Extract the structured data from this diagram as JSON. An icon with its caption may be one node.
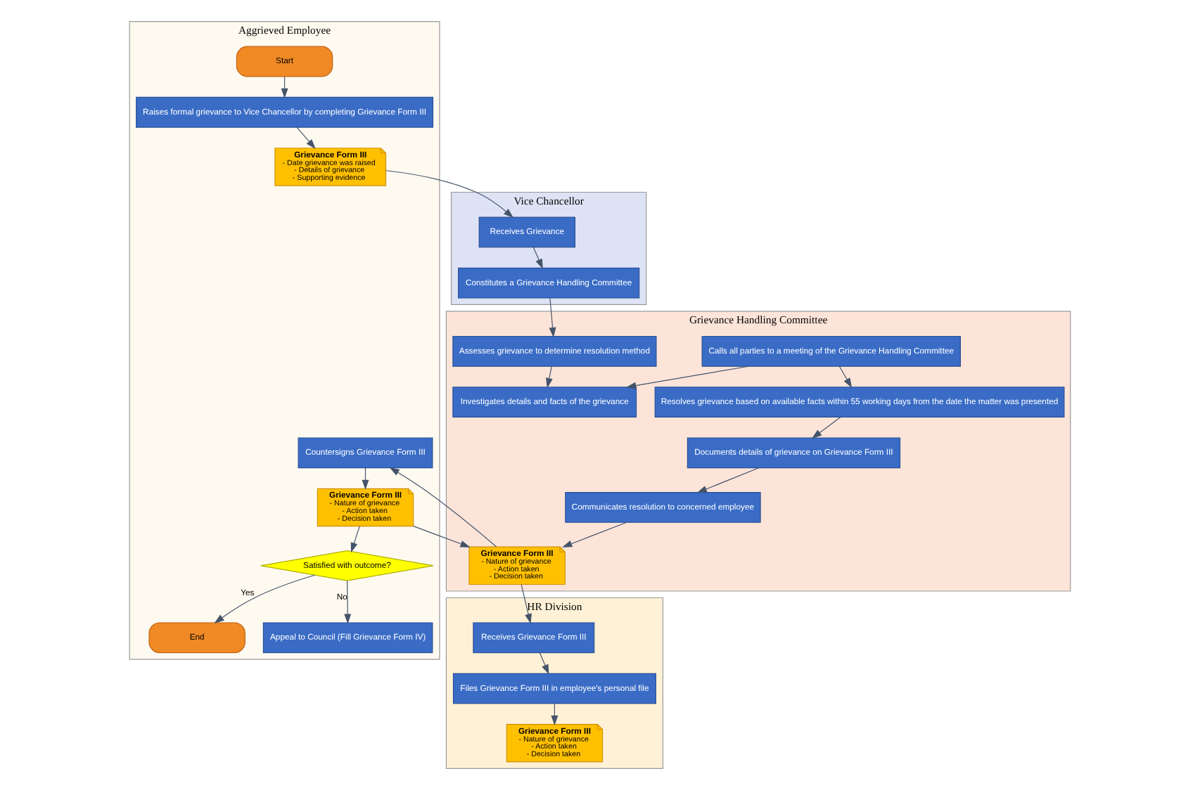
{
  "diagram": {
    "nodes": [
      {
        "text": [
          "Aggrieved Employee"
        ]
      },
      {
        "text": [
          "Vice Chancellor"
        ]
      },
      {
        "text": [
          "Grievance Handling Committee"
        ]
      },
      {
        "text": [
          "HR Division"
        ]
      },
      {
        "text": [
          "Start"
        ],
        "in": 0
      },
      {
        "text": [
          "Raises formal grievance to Vice Chancellor by completing Grievance Form III"
        ],
        "in": 0
      },
      {
        "text": [
          "Grievance Form III",
          "- Date grievance was raised",
          "- Details of grievance",
          "- Supporting evidence"
        ],
        "in": 0
      },
      {
        "text": [
          "Receives Grievance"
        ],
        "in": 1
      },
      {
        "text": [
          "Constitutes a Grievance Handling Committee"
        ],
        "in": 1
      },
      {
        "text": [
          "Investigates details and facts of the grievance"
        ],
        "in": 2
      },
      {
        "text": [
          "Calls all parties to a meeting of the Grievance Handling Committee"
        ],
        "in": 2
      },
      {
        "text": [
          "Assesses grievance to determine resolution method"
        ],
        "in": 2
      },
      {
        "text": [
          "Resolves grievance based on available facts within 55 working days from the date the matter was presented"
        ],
        "in": 2
      },
      {
        "text": [
          "Documents details of grievance on Grievance Form III"
        ],
        "in": 2
      },
      {
        "text": [
          "Communicates resolution to concerned employee"
        ],
        "in": 2
      },
      {
        "text": [
          "Grievance Form III",
          "- Nature of grievance",
          "- Action taken",
          "- Decision taken"
        ],
        "in": 2
      },
      {
        "text": [
          "Countersigns Grievance Form III"
        ],
        "in": 0
      },
      {
        "text": [
          "Grievance Form III",
          "- Nature of grievance",
          "- Action taken",
          "- Decision taken"
        ],
        "in": 0
      },
      {
        "text": [
          "Satisfied with outcome?"
        ],
        "in": 0
      },
      {
        "text": [
          "End"
        ],
        "in": 0
      },
      {
        "text": [
          "Appeal to Council (Fill Grievance Form IV)"
        ],
        "in": 0
      },
      {
        "text": [
          "Receives Grievance Form III"
        ],
        "in": 3
      },
      {
        "text": [
          "Files Grievance Form III in employee's personal file"
        ],
        "in": 3
      },
      {
        "text": [
          "Grievance Form III",
          "- Nature of grievance",
          "- Action taken",
          "- Decision taken"
        ],
        "in": 3
      }
    ],
    "edges": [
      {
        "from": 4,
        "to": 5,
        "arrow": "to"
      },
      {
        "from": 5,
        "to": 6,
        "arrow": "to"
      },
      {
        "from": 6,
        "to": 7,
        "arrow": "to"
      },
      {
        "from": 7,
        "to": 8,
        "arrow": "to"
      },
      {
        "from": 8,
        "to": 11,
        "arrow": "to"
      },
      {
        "from": 11,
        "to": 9,
        "arrow": "to"
      },
      {
        "from": 10,
        "to": 9,
        "arrow": "to"
      },
      {
        "from": 10,
        "to": 12,
        "arrow": "to"
      },
      {
        "from": 12,
        "to": 13,
        "arrow": "to"
      },
      {
        "from": 13,
        "to": 14,
        "arrow": "to"
      },
      {
        "from": 14,
        "to": 15,
        "arrow": "to"
      },
      {
        "from": 15,
        "to": 16,
        "arrow": "to"
      },
      {
        "from": 16,
        "to": 17,
        "arrow": "to"
      },
      {
        "from": 17,
        "to": 15,
        "arrow": "to"
      },
      {
        "from": 15,
        "to": 21,
        "arrow": "to"
      },
      {
        "from": 17,
        "to": 18,
        "arrow": "to"
      },
      {
        "from": 18,
        "to": 19,
        "label": "Yes",
        "arrow": "to"
      },
      {
        "from": 18,
        "to": 20,
        "label": "No",
        "arrow": "to"
      },
      {
        "from": 21,
        "to": 22,
        "arrow": "to"
      },
      {
        "from": 22,
        "to": 23,
        "arrow": "to"
      }
    ]
  }
}
